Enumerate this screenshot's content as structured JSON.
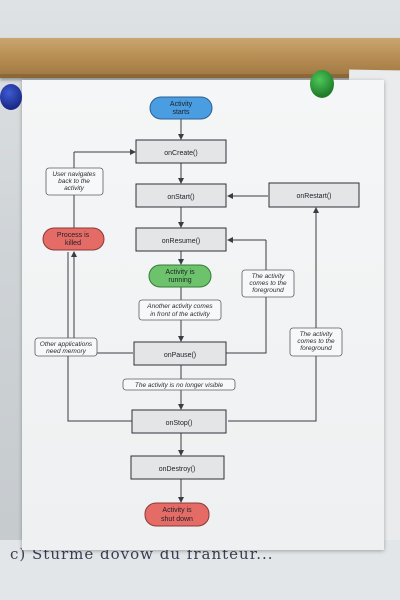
{
  "colors": {
    "start_state": "#4a9de0",
    "running_state": "#6cc36c",
    "end_state": "#e56b66",
    "callback_box": "#e3e5e7"
  },
  "diagram": {
    "states": {
      "activity_starts": [
        "Activity",
        "starts"
      ],
      "activity_running": [
        "Activity is",
        "running"
      ],
      "process_killed": [
        "Process is",
        "killed"
      ],
      "activity_shut_down": [
        "Activity is",
        "shut down"
      ]
    },
    "callbacks": {
      "on_create": "onCreate()",
      "on_start": "onStart()",
      "on_restart": "onRestart()",
      "on_resume": "onResume()",
      "on_pause": "onPause()",
      "on_stop": "onStop()",
      "on_destroy": "onDestroy()"
    },
    "notes": {
      "user_navigates_back": [
        "User navigates",
        "back to the",
        "activity"
      ],
      "another_activity": [
        "Another activity comes",
        "in front of the activity"
      ],
      "comes_to_foreground_1": [
        "The activity",
        "comes to the",
        "foreground"
      ],
      "other_apps_memory": [
        "Other applications",
        "need memory"
      ],
      "no_longer_visible": "The activity is no longer visible",
      "comes_to_foreground_2": [
        "The activity",
        "comes to the",
        "foreground"
      ]
    }
  },
  "handwriting": "c)  Stürme  dovow  du  franteur..."
}
